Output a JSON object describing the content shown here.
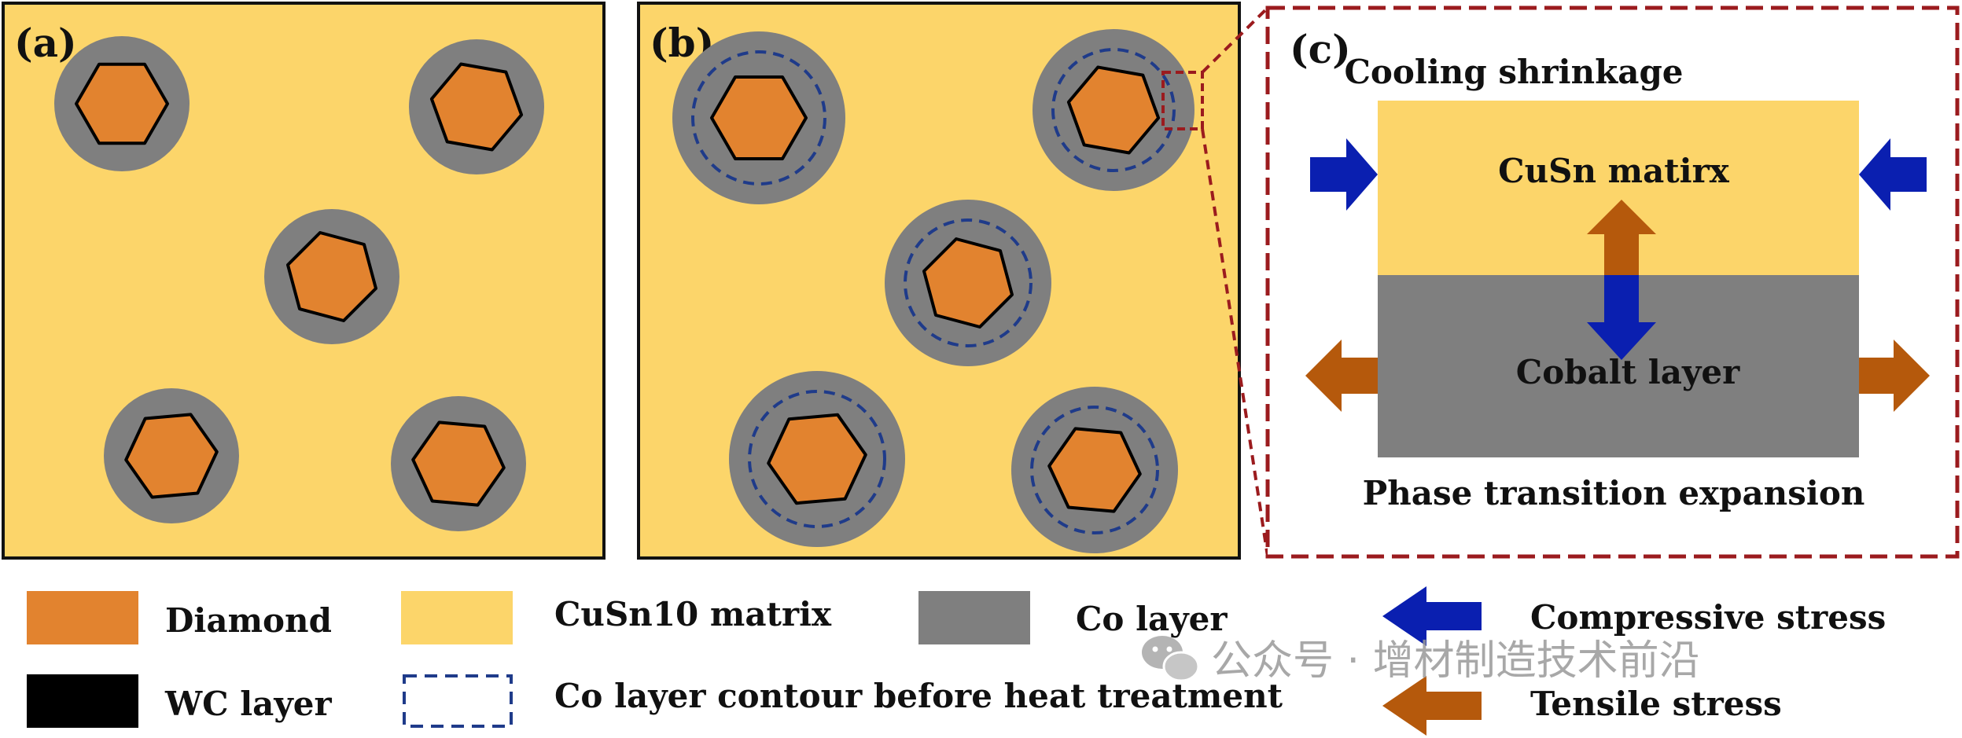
{
  "panels": {
    "a": {
      "label": "(a)"
    },
    "b": {
      "label": "(b)"
    },
    "c": {
      "label": "(c)",
      "top_caption": "Cooling shrinkage",
      "matrix_label": "CuSn matirx",
      "cobalt_label": "Cobalt layer",
      "bottom_caption": "Phase transition expansion"
    }
  },
  "legend": {
    "diamond": "Diamond",
    "matrix": "CuSn10 matrix",
    "co_layer": "Co layer",
    "wc_layer": "WC layer",
    "contour": "Co layer contour before heat treatment",
    "compressive": "Compressive stress",
    "tensile": "Tensile stress"
  },
  "watermark": "公众号 · 增材制造技术前沿",
  "colors": {
    "diamond": "#E2832F",
    "matrix": "#FCD56A",
    "co_layer": "#7F7F7F",
    "wc_layer": "#000000",
    "contour": "#1F3B8A",
    "compressive": "#0A1FB0",
    "tensile": "#B5590C",
    "highlight_box": "#9B1B1E"
  }
}
